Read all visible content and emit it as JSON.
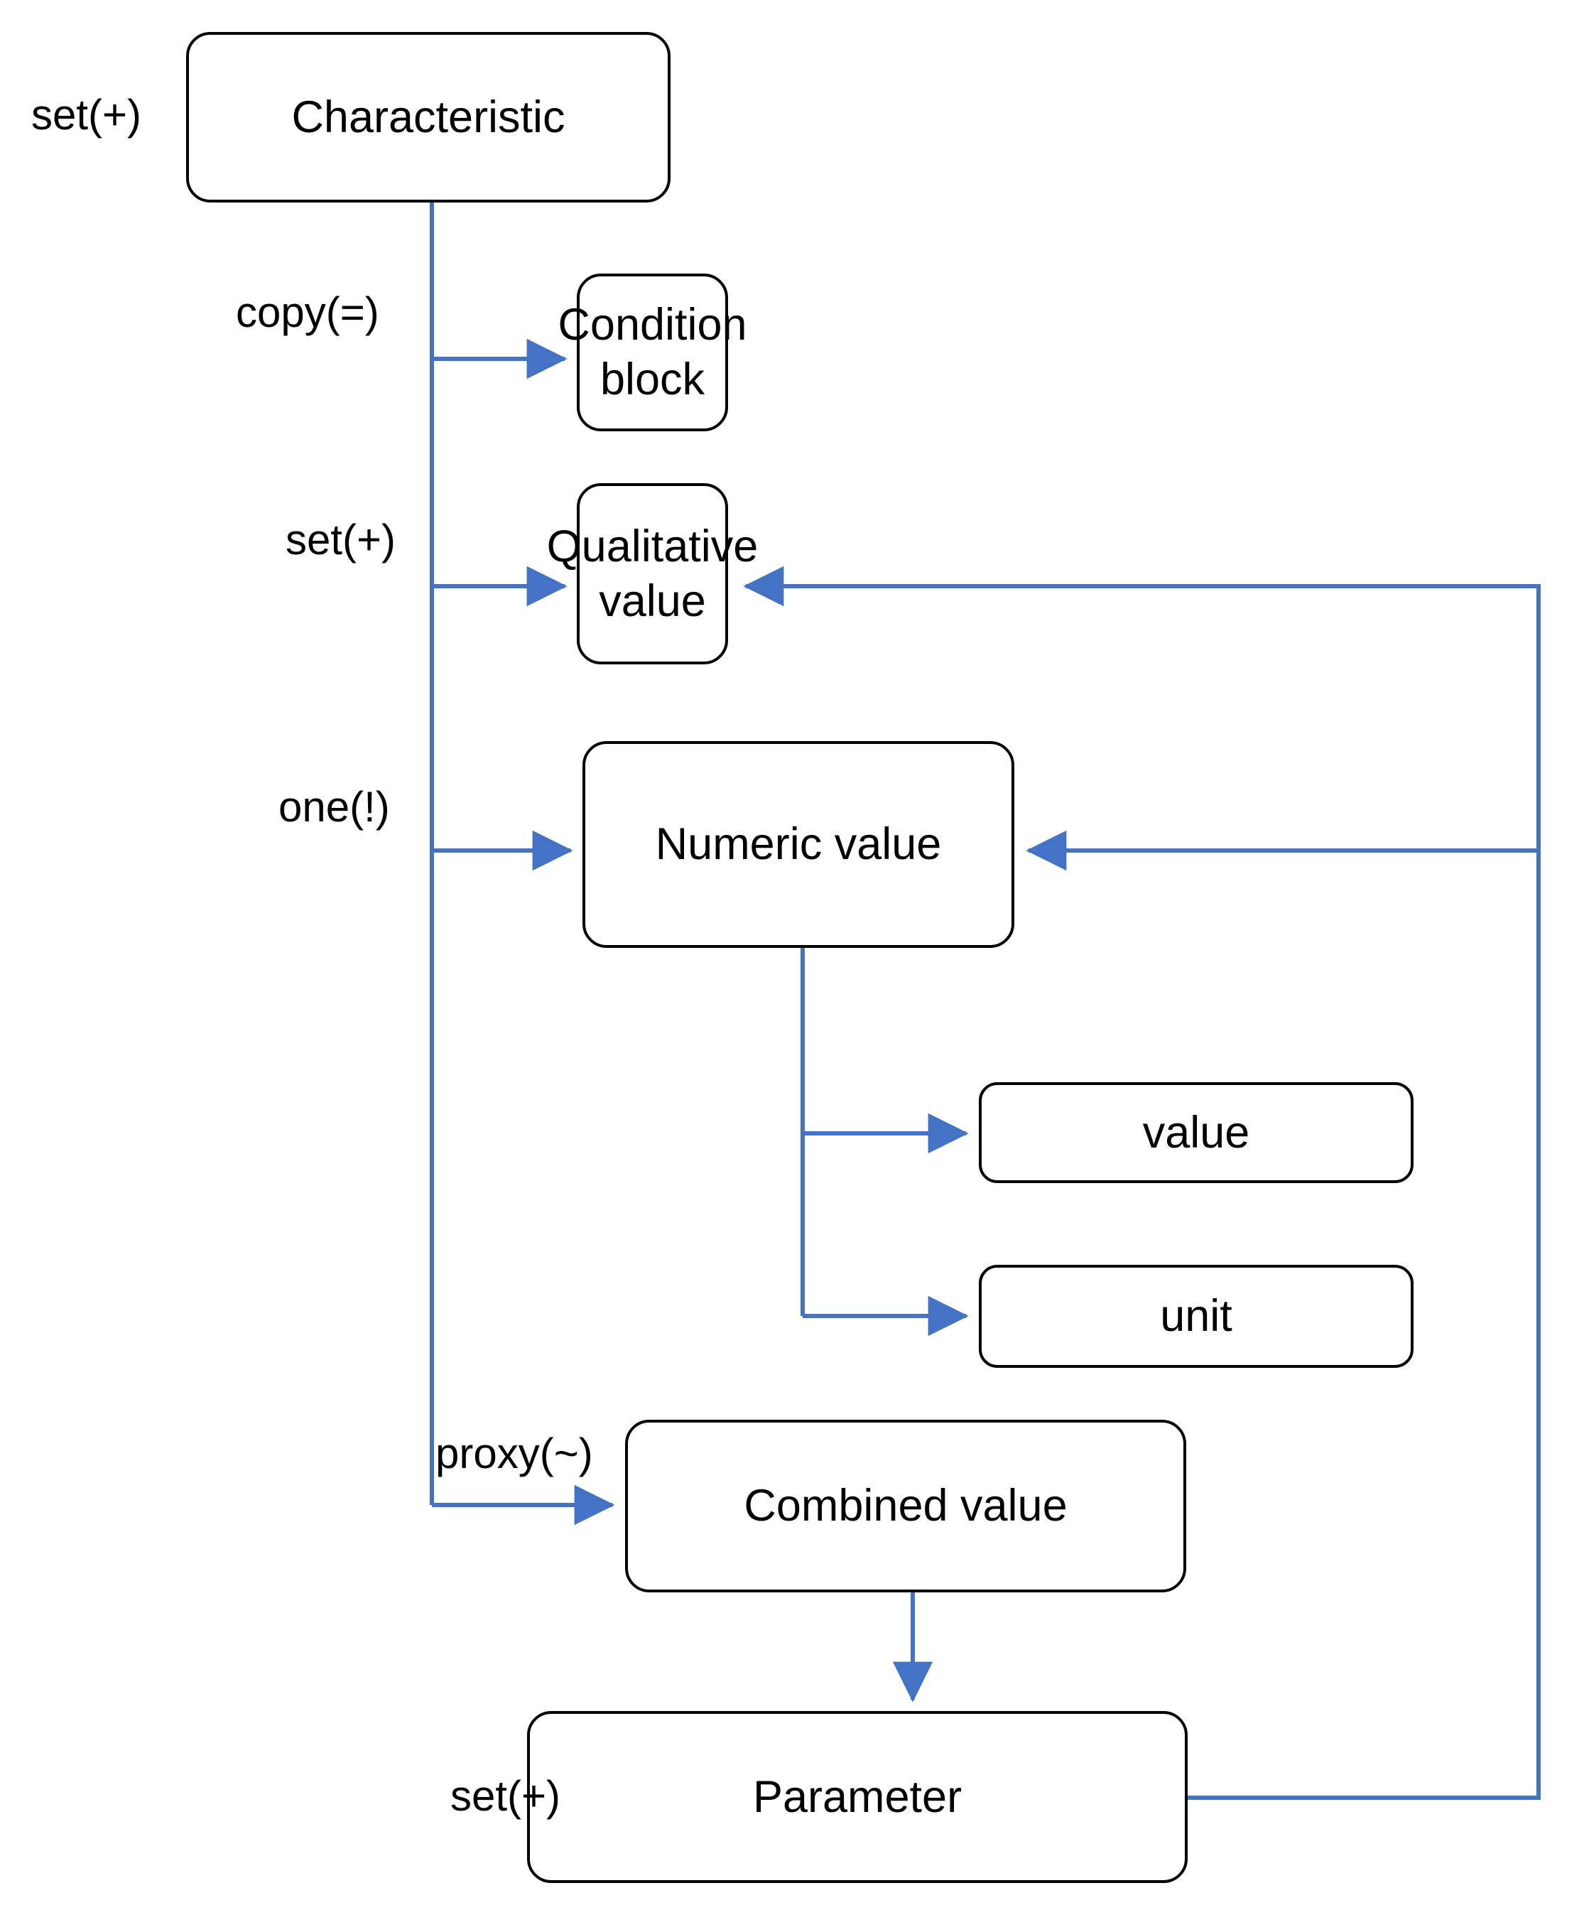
{
  "diagram": {
    "title": "Characteristic data model flow",
    "colors": {
      "node_border": "#000000",
      "node_fill": "#ffffff",
      "edge": "#4472C4",
      "text": "#000000",
      "background": "#ffffff"
    },
    "nodes": [
      {
        "id": "characteristic",
        "label": "Characteristic"
      },
      {
        "id": "condition-block",
        "label": "Condition\nblock",
        "line1": "Condition",
        "line2": "block"
      },
      {
        "id": "qualitative-value",
        "label": "Qualitative\nvalue",
        "line1": "Qualitative",
        "line2": "value"
      },
      {
        "id": "numeric-value",
        "label": "Numeric value"
      },
      {
        "id": "value",
        "label": "value"
      },
      {
        "id": "unit",
        "label": "unit"
      },
      {
        "id": "combined-value",
        "label": "Combined value"
      },
      {
        "id": "parameter",
        "label": "Parameter"
      }
    ],
    "edge_labels": [
      {
        "id": "char-cardinality",
        "text": "set(+)"
      },
      {
        "id": "to-condition-block",
        "text": "copy(=)"
      },
      {
        "id": "to-qualitative-value",
        "text": "set(+)"
      },
      {
        "id": "to-numeric-value",
        "text": "one(!)"
      },
      {
        "id": "to-combined-value",
        "text": "proxy(~)"
      },
      {
        "id": "parameter-cardinality",
        "text": "set(+)"
      }
    ],
    "edges": [
      {
        "from": "characteristic",
        "to": "condition-block",
        "label": "copy(=)"
      },
      {
        "from": "characteristic",
        "to": "qualitative-value",
        "label": "set(+)"
      },
      {
        "from": "characteristic",
        "to": "numeric-value",
        "label": "one(!)"
      },
      {
        "from": "characteristic",
        "to": "combined-value",
        "label": "proxy(~)"
      },
      {
        "from": "numeric-value",
        "to": "value",
        "label": ""
      },
      {
        "from": "numeric-value",
        "to": "unit",
        "label": ""
      },
      {
        "from": "combined-value",
        "to": "parameter",
        "label": ""
      },
      {
        "from": "parameter",
        "to": "qualitative-value",
        "label": "set(+)"
      },
      {
        "from": "parameter",
        "to": "numeric-value",
        "label": "set(+)"
      }
    ]
  }
}
